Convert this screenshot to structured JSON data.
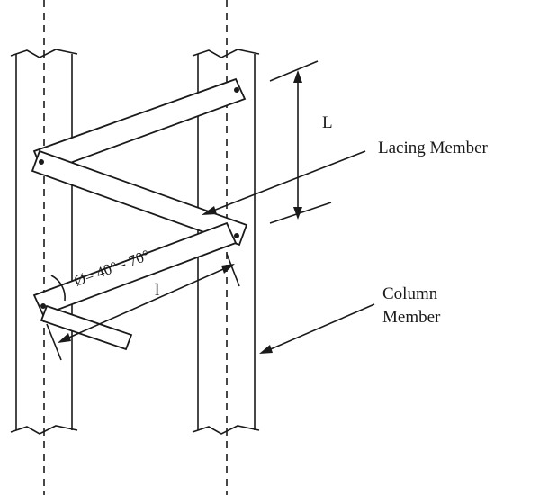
{
  "labels": {
    "dimension_big": "L",
    "lacing_member": "Lacing Member",
    "angle": "Ø= 40° - 70°",
    "dimension_small": "l",
    "column_line1": "Column",
    "column_line2": "Member"
  },
  "colors": {
    "ink": "#1a1a1a",
    "background": "#ffffff"
  }
}
